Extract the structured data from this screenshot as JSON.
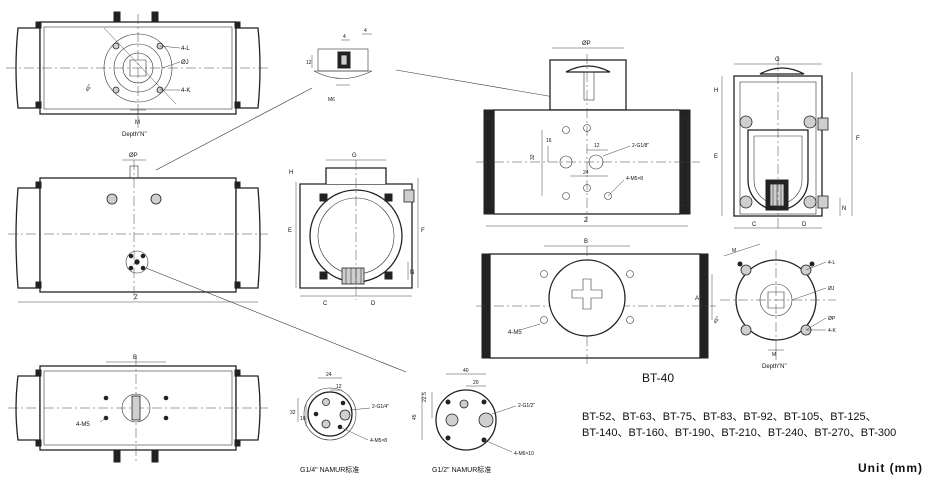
{
  "labels": {
    "depth_n": "Depth\"N\"",
    "phi_p": "ØP",
    "phi_j": "ØJ",
    "four_l": "4-L",
    "four_k": "4-K",
    "m": "M",
    "m6": "M6",
    "dim_4": "4",
    "dim_12": "12",
    "dim_24": "24",
    "dim_32": "32",
    "dim_16": "16",
    "dim_40": "40",
    "dim_20": "20",
    "dim_22_5": "22.5",
    "dim_45": "45",
    "z": "Z",
    "b": "B",
    "a": "A",
    "c": "C",
    "d": "D",
    "e": "E",
    "f": "F",
    "g": "G",
    "h": "H",
    "n": "N",
    "angle_45": "45°",
    "four_m5": "4-M5",
    "four_m5x8": "4-M5×8",
    "four_m6x10": "4-M6×10",
    "two_g14": "2-G1/4\"",
    "two_g18": "2-G1/8\"",
    "two_g12": "2-G1/2\"",
    "namur_14": "G1/4\" NAMUR标准",
    "namur_12": "G1/2\" NAMUR标准",
    "bt40": "BT-40",
    "models_line1": "BT-52、BT-63、BT-75、BT-83、BT-92、BT-105、BT-125、",
    "models_line2": "BT-140、BT-160、BT-190、BT-210、BT-240、BT-270、BT-300",
    "unit": "Unit (mm)"
  },
  "colors": {
    "line": "#222222",
    "fill_gray": "#cfcfcf"
  }
}
